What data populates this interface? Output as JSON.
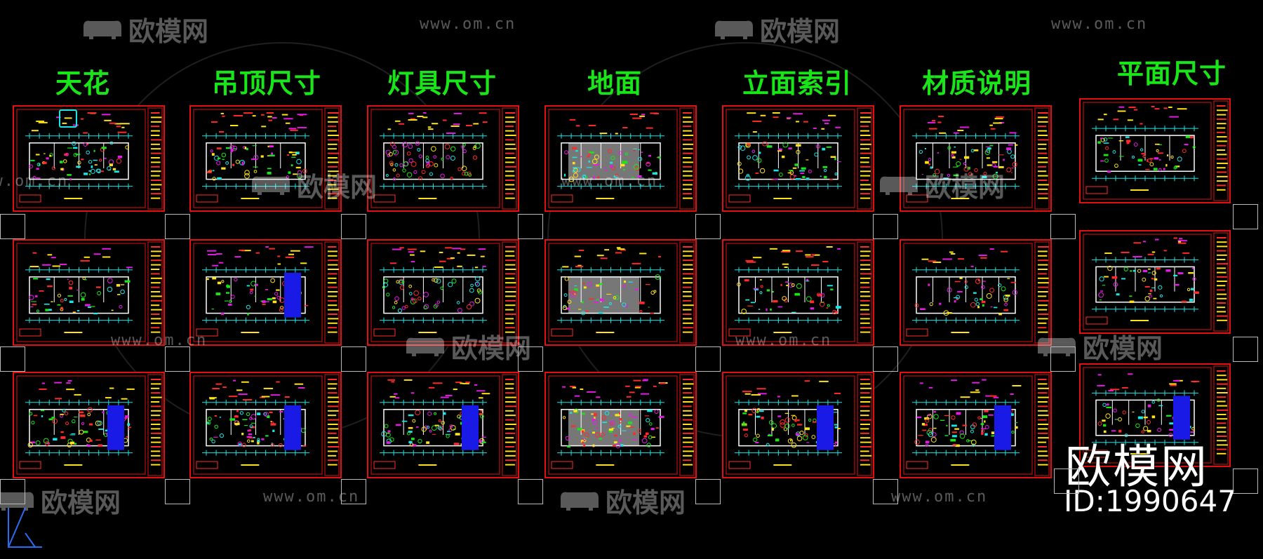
{
  "columns": [
    {
      "title": "天花"
    },
    {
      "title": "吊顶尺寸"
    },
    {
      "title": "灯具尺寸"
    },
    {
      "title": "地面"
    },
    {
      "title": "立面索引"
    },
    {
      "title": "材质说明"
    },
    {
      "title": "平面尺寸"
    }
  ],
  "watermark": {
    "brand": "欧模网",
    "url": "www.om.cn",
    "id_label": "ID:1990647"
  },
  "colors": {
    "background": "#000000",
    "frame": "#e01010",
    "title": "#19e619",
    "wall": "#ffffff",
    "fill_blue": "#1a1ae6",
    "accent_yellow": "#ffe21a",
    "accent_red": "#ff2a2a",
    "accent_magenta": "#e61ae6",
    "accent_cyan": "#19e6e6"
  }
}
